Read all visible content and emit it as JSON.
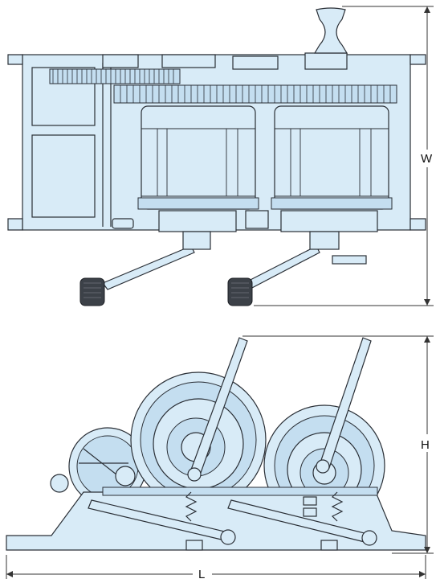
{
  "dimensions": {
    "width_label": "W",
    "height_label": "H",
    "length_label": "L"
  },
  "colors": {
    "body_fill": "#d8ebf7",
    "shade_fill": "#c4def0",
    "outline": "#2a2f36",
    "pedal": "#3c4148"
  }
}
